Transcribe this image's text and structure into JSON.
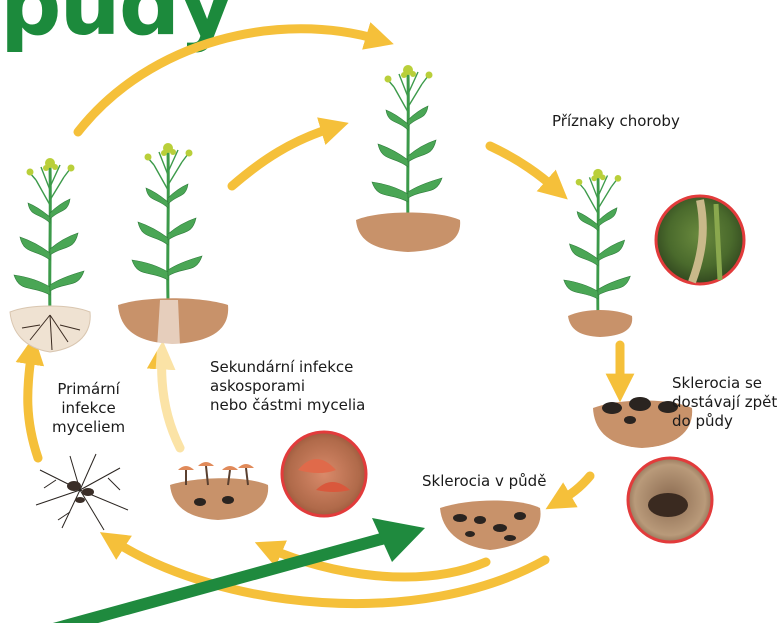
{
  "title": "půdy",
  "colors": {
    "title": "#1c8a3c",
    "arrow": "#f5c03a",
    "big_arrow": "#1f8a3e",
    "soil": "#c8926a",
    "soil_dark": "#a9714c",
    "leaf": "#3c9a4a",
    "sclerotium": "#2a2420",
    "photo_ring": "#e23b3b"
  },
  "labels": {
    "symptoms": "Příznaky choroby",
    "secondary": "Sekundární infekce\naskosporami\nnebo částmi mycelia",
    "primary": "Primární\ninfekce\nmyceliem",
    "return_to_soil": "Sklerocia se\ndostávají zpět\ndo půdy",
    "in_soil": "Sklerocia v půdě"
  },
  "icons": [
    "rapeseed-plant-icon",
    "soil-clump-icon",
    "sclerotium-icon",
    "apothecia-icon",
    "mycelium-icon",
    "cycle-arrow-icon",
    "pointer-arrow-icon"
  ]
}
